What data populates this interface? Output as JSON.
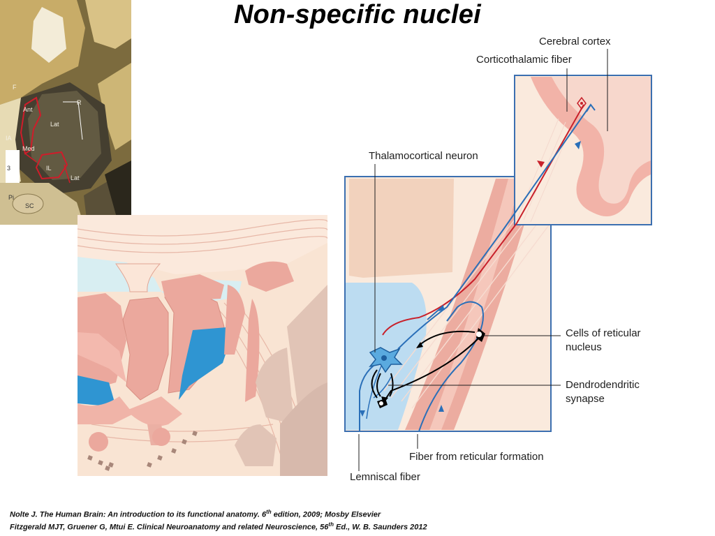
{
  "title": "Non-specific nuclei",
  "labels": {
    "cerebral_cortex": "Cerebral cortex",
    "corticothalamic_fiber": "Corticothalamic fiber",
    "thalamocortical_neuron": "Thalamocortical neuron",
    "reticular_cells_line1": "Cells of reticular",
    "reticular_cells_line2": "nucleus",
    "dendrodendritic_line1": "Dendrodendritic",
    "dendrodendritic_line2": "synapse",
    "reticular_formation_fiber": "Fiber from reticular formation",
    "lemniscal_fiber": "Lemniscal fiber"
  },
  "section_labels": {
    "f": "F",
    "ant": "Ant",
    "r": "R",
    "lat_upper": "Lat",
    "ia": "IA",
    "med": "Med",
    "three": "3",
    "il": "IL",
    "lat_lower": "Lat",
    "pi": "Pi",
    "sc": "SC"
  },
  "citations": {
    "nolte": {
      "before": "Nolte J. The Human Brain: An introduction to its functional anatomy. 6",
      "sup": "th",
      "after": " edition, 2009; Mosby Elsevier"
    },
    "fitzgerald": {
      "before": "Fitzgerald MJT, Gruener G, Mtui E. Clinical Neuroanatomy and related Neuroscience, 56",
      "sup": "th",
      "after": " Ed., W. B. Saunders 2012"
    }
  },
  "colors": {
    "blue_fiber": "#2a6fb8",
    "red_fiber": "#c8202a",
    "highlight_blue": "#2f95d2",
    "nucleus_pink": "#e9a79d",
    "tissue_peach": "#f9e0cf",
    "panel_border": "#3b6fb0"
  }
}
